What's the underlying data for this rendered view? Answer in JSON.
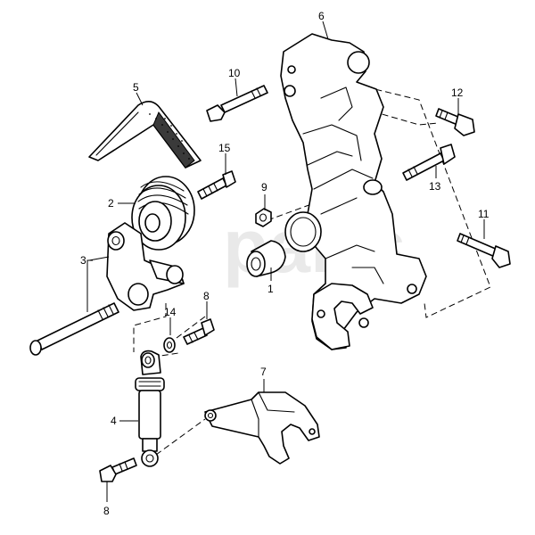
{
  "watermark": "parts",
  "labels": {
    "p1": "1",
    "p2": "2",
    "p3": "3",
    "p4": "4",
    "p5": "5",
    "p6": "6",
    "p7": "7",
    "p8a": "8",
    "p8b": "8",
    "p9": "9",
    "p10": "10",
    "p11": "11",
    "p12": "12",
    "p13": "13",
    "p14": "14",
    "p15": "15"
  }
}
